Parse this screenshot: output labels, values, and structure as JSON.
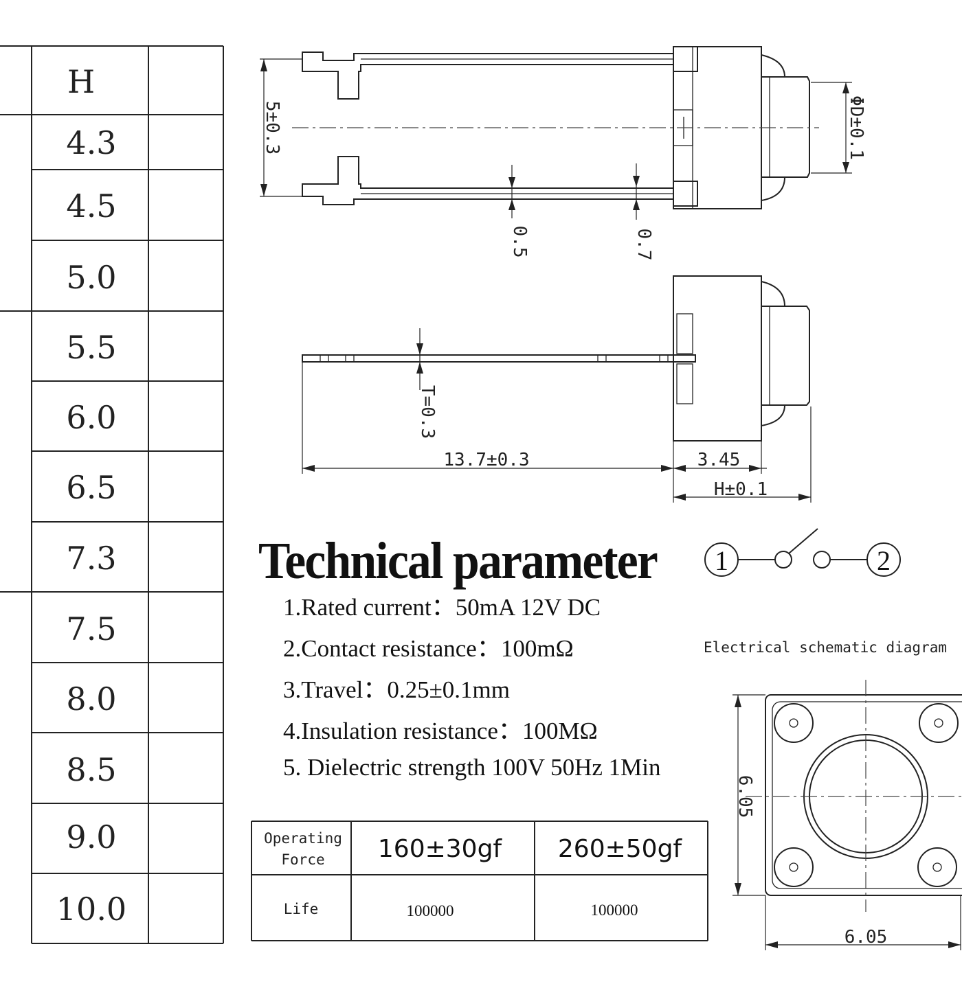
{
  "height_table": {
    "header": "H",
    "values": [
      "4.3",
      "4.5",
      "5.0",
      "5.5",
      "6.0",
      "6.5",
      "7.3",
      "7.5",
      "8.0",
      "8.5",
      "9.0",
      "10.0"
    ]
  },
  "dimensions": {
    "width_5": "5±0.3",
    "phi_d": "ΦD±0.1",
    "pin_05": "0.5",
    "pin_07": "0.7",
    "thickness": "T=0.3",
    "length": "13.7±0.3",
    "body_345": "3.45",
    "height_h": "H±0.1",
    "bottom_side": "6.05",
    "bottom_width": "6.05"
  },
  "technical": {
    "title": "Technical parameter",
    "items": [
      "1.Rated current：50mA 12V DC",
      "2.Contact resistance：100mΩ",
      "3.Travel：0.25±0.1mm",
      "4.Insulation resistance：100MΩ",
      "5. Dielectric strength 100V 50Hz 1Min"
    ]
  },
  "schematic": {
    "pin1": "1",
    "pin2": "2",
    "caption": "Electrical schematic diagram"
  },
  "force_table": {
    "row1_label_line1": "Operating",
    "row1_label_line2": "Force",
    "force_a": "160±30gf",
    "force_b": "260±50gf",
    "row2_label": "Life",
    "life_a": "100000",
    "life_b": "100000"
  }
}
